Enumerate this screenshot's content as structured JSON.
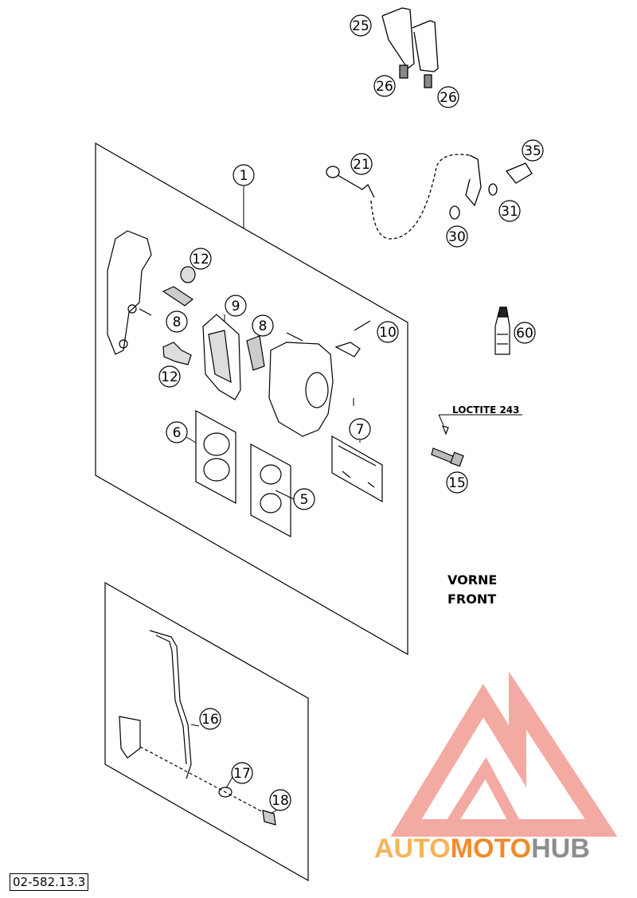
{
  "callouts": [
    {
      "num": "1"
    },
    {
      "num": "5"
    },
    {
      "num": "6"
    },
    {
      "num": "7"
    },
    {
      "num": "8"
    },
    {
      "num": "8"
    },
    {
      "num": "9"
    },
    {
      "num": "10"
    },
    {
      "num": "12"
    },
    {
      "num": "12"
    },
    {
      "num": "15"
    },
    {
      "num": "16"
    },
    {
      "num": "17"
    },
    {
      "num": "18"
    },
    {
      "num": "21"
    },
    {
      "num": "25"
    },
    {
      "num": "26"
    },
    {
      "num": "26"
    },
    {
      "num": "30"
    },
    {
      "num": "31"
    },
    {
      "num": "35"
    },
    {
      "num": "60"
    }
  ],
  "loctite_label": "LOCTITE 243",
  "position_label": {
    "line1": "VORNE",
    "line2": "FRONT"
  },
  "diagram_code": "02-582.13.3",
  "watermark": {
    "part1": "AUTO",
    "part2": "MOTO",
    "part3": "HUB",
    "colors": {
      "logo": "#f2a19a",
      "auto": "#f6b35a",
      "moto": "#f08a2c",
      "hub": "#8e8e8e"
    }
  }
}
